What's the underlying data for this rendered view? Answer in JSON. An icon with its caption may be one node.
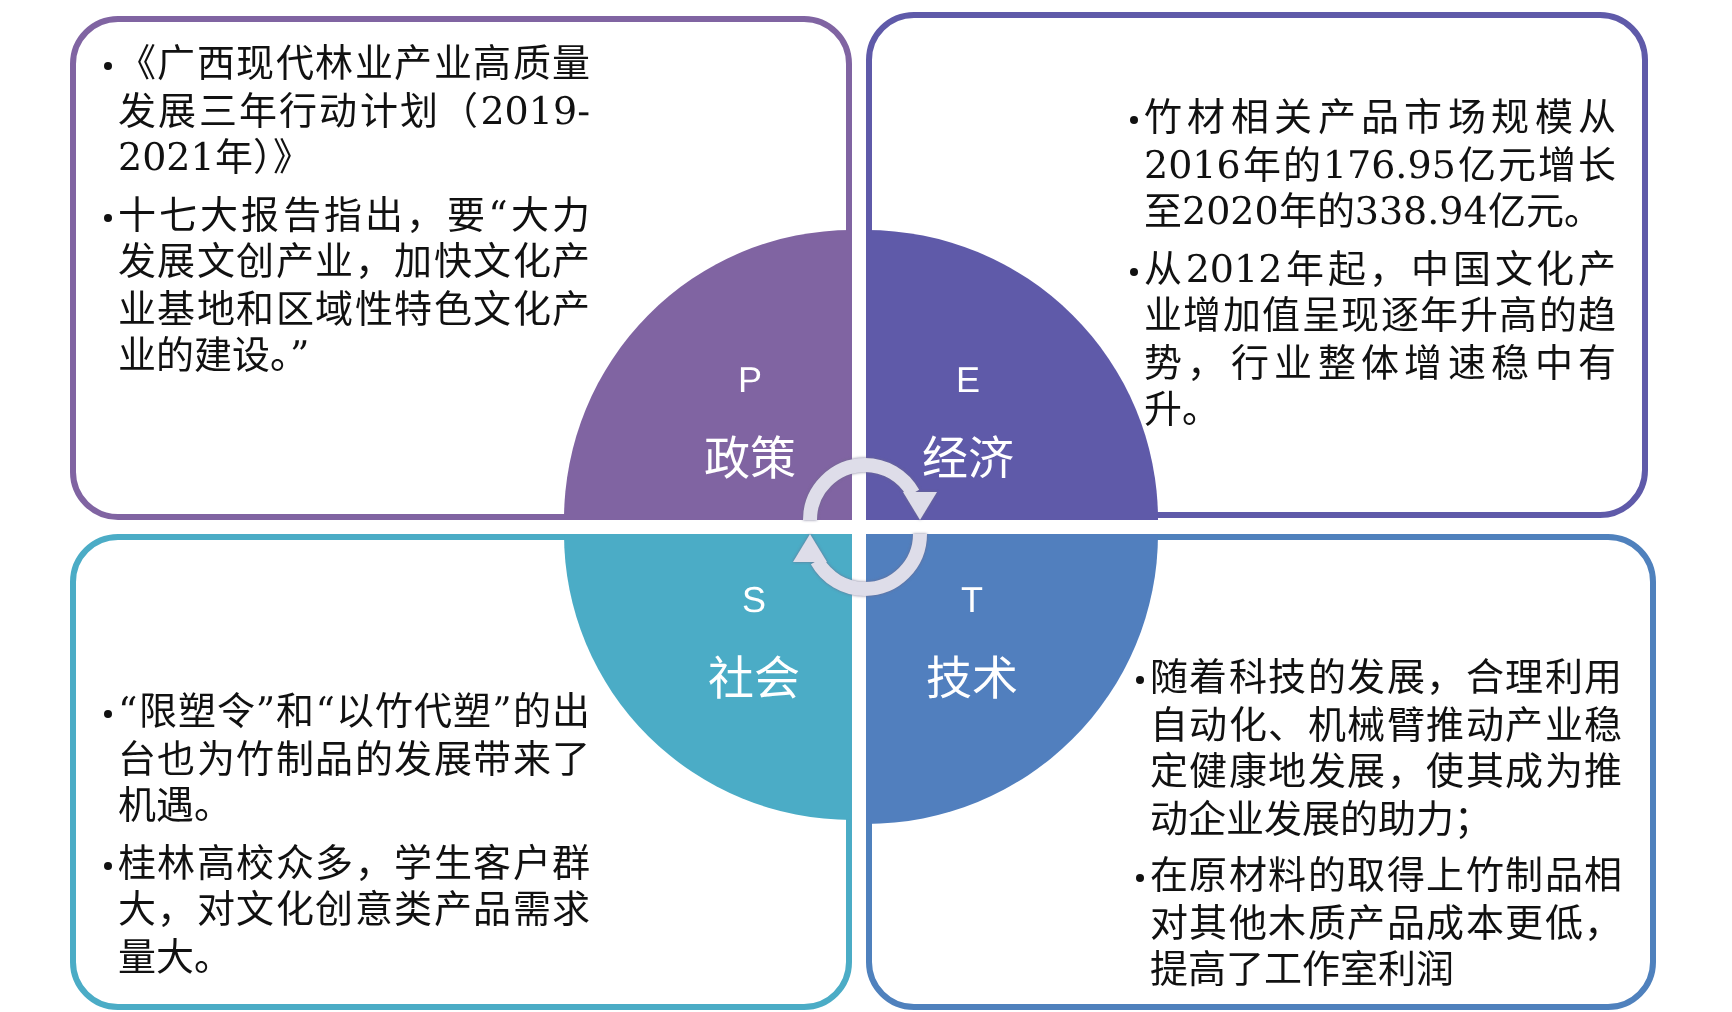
{
  "diagram": {
    "nodes": [
      {
        "text": [
          "《广西现代林业产业高质量发展三年行动计划（2019-2021年）》",
          "十七大报告指出，要“大力发展文创产业，加快文化产业基地和区域性特色文化产业的建设。”"
        ]
      },
      {
        "text": [
          "P",
          "政策"
        ],
        "in": 0
      },
      {
        "text": [
          "竹材相关产品市场规模从2016年的176.95亿元增长至2020年的338.94亿元。",
          "从2012年起，中国文化产业增加值呈现逐年升高的趋势，行业整体增速稳中有升。"
        ]
      },
      {
        "text": [
          "E",
          "经济"
        ],
        "in": 2
      },
      {
        "text": [
          "“限塑令”和“以竹代塑”的出台也为竹制品的发展带来了机遇。",
          "桂林高校众多，学生客户群大，对文化创意类产品需求量大。"
        ]
      },
      {
        "text": [
          "S",
          "社会"
        ],
        "in": 4
      },
      {
        "text": [
          "随着科技的发展，合理利用自动化、机械臂推动产业稳定健康地发展，使其成为推动企业发展的助力；",
          "在原材料的取得上竹制品相对其他木质产品成本更低，提高了工作室利润"
        ]
      },
      {
        "text": [
          "T",
          "技术"
        ],
        "in": 6
      }
    ],
    "edges": [
      {
        "from": 1,
        "to": 3,
        "arrow": "to"
      },
      {
        "from": 7,
        "to": 5,
        "arrow": "to"
      }
    ]
  }
}
